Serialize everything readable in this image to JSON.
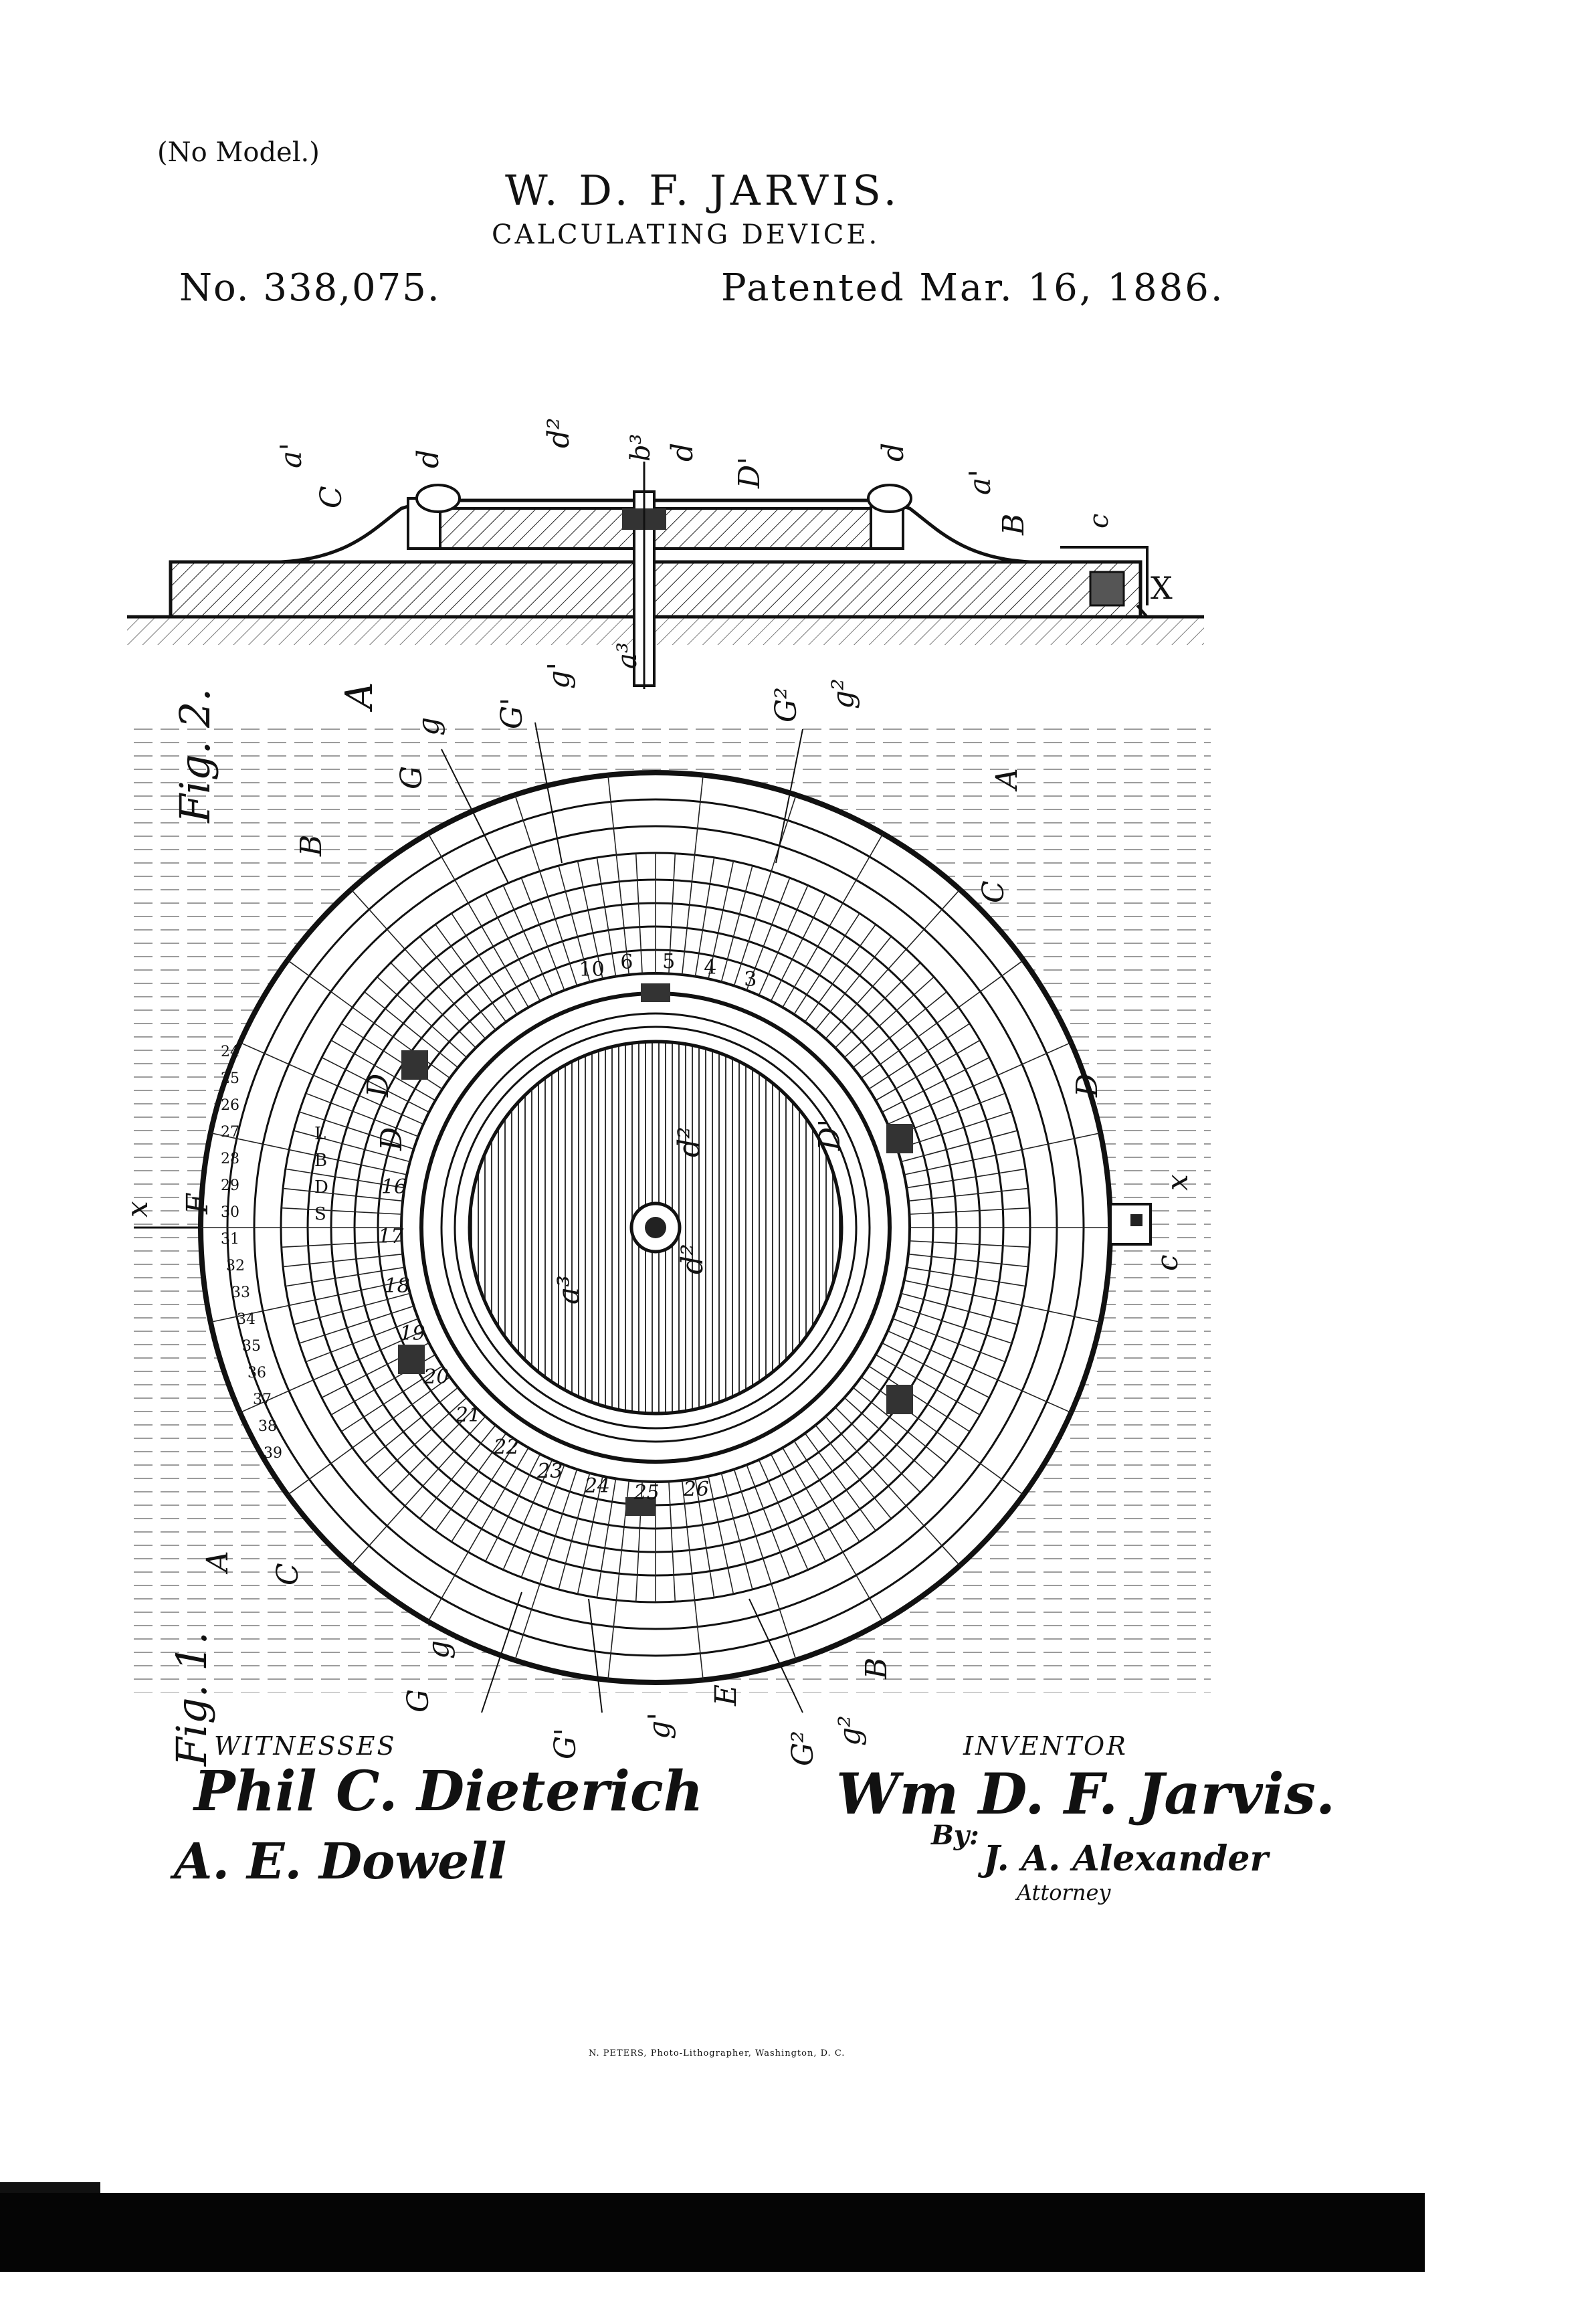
{
  "header": {
    "no_model": "(No Model.)",
    "inventor_name": "W. D. F. JARVIS.",
    "device_title": "CALCULATING DEVICE.",
    "patent_number": "No. 338,075.",
    "patent_date": "Patented Mar. 16, 1886."
  },
  "figures": {
    "fig2_label": "Fig. 2.",
    "fig1_label": "Fig. 1.",
    "section_labels": {
      "a_left": "a'",
      "c_left": "C",
      "d_left": "d",
      "d2": "d²",
      "b3": "b³",
      "d_center": "d",
      "d1": "D'",
      "d_right": "d",
      "a_right": "a'",
      "b_right": "B",
      "c_small": "c",
      "x_right": "X",
      "a3": "a³",
      "a_big": "A"
    },
    "plan_labels": {
      "g_top": "G",
      "g_top_small": "g",
      "g1_top": "G'",
      "g1_top_small": "g'",
      "g2_top": "G²",
      "g2_top_small": "g²",
      "a_tr": "A",
      "c_tr": "C",
      "b_tl": "B",
      "d_left": "D",
      "b_left": "D",
      "d2_center": "d²",
      "a3_center": "a³",
      "d_center": "d²",
      "d1_right": "D'",
      "x_left": "x",
      "f_left": "F",
      "x_right": "x",
      "c_right": "c",
      "d_r": "D",
      "a_bl": "A",
      "c_bl": "C",
      "b_br": "B",
      "g_bot": "G",
      "g_bot_small": "g",
      "g1_bot": "G'",
      "g1_bot_small": "g'",
      "g2_bot": "G²",
      "g2_bot_small": "g²",
      "e_bot": "E"
    },
    "inner_ring_numbers": [
      "16",
      "17",
      "18",
      "19",
      "20",
      "21",
      "22",
      "23",
      "24",
      "25",
      "26"
    ],
    "top_ring_numbers": [
      "10",
      "6",
      "5",
      "4",
      "3"
    ],
    "left_column_numbers": [
      "24",
      "25",
      "26",
      "27",
      "28",
      "29",
      "30",
      "31",
      "32",
      "33",
      "34",
      "35",
      "36",
      "37",
      "38",
      "39"
    ],
    "letter_sequence": [
      "L",
      "B",
      "D",
      "S"
    ]
  },
  "signatures": {
    "witnesses_label": "WITNESSES",
    "inventor_label": "INVENTOR",
    "witness_1": "Phil C. Dieterich",
    "witness_2": "A. E. Dowell",
    "inventor_signature": "Wm D. F. Jarvis.",
    "by_label": "By:",
    "attorney_signature": "J. A. Alexander",
    "attorney_label": "Attorney"
  },
  "footer": {
    "lithographer": "N. PETERS, Photo-Lithographer, Washington, D. C."
  }
}
